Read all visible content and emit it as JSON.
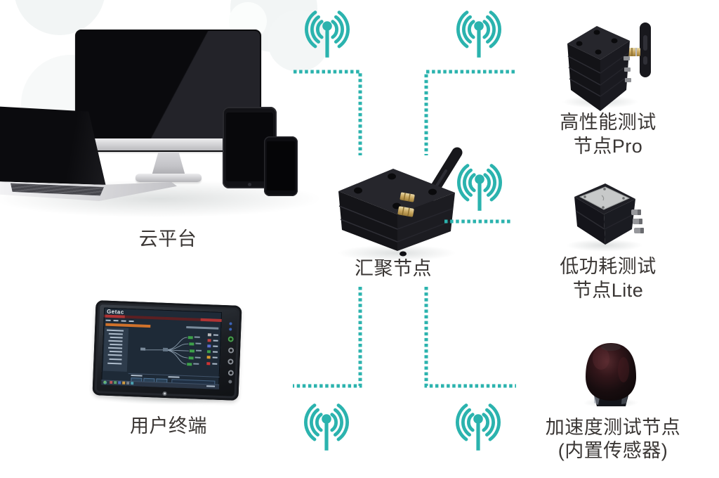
{
  "page": {
    "background_color": "#ffffff",
    "accent_color": "#2BB3AE",
    "text_color": "#3A3634"
  },
  "diagram": {
    "cloud_platform": {
      "label": "云平台"
    },
    "user_terminal": {
      "label": "用户终端",
      "brand": "Getac"
    },
    "hub_node": {
      "label": "汇聚节点"
    },
    "pro_node": {
      "label_line1": "高性能测试",
      "label_line2": "节点Pro"
    },
    "lite_node": {
      "label_line1": "低功耗测试",
      "label_line2": "节点Lite"
    },
    "accel_node": {
      "label_line1": "加速度测试节点",
      "label_line2": "(内置传感器)"
    }
  },
  "icons": {
    "wifi_antenna": "radio-antenna-with-waves",
    "connector_style": "teal-dotted-line"
  }
}
